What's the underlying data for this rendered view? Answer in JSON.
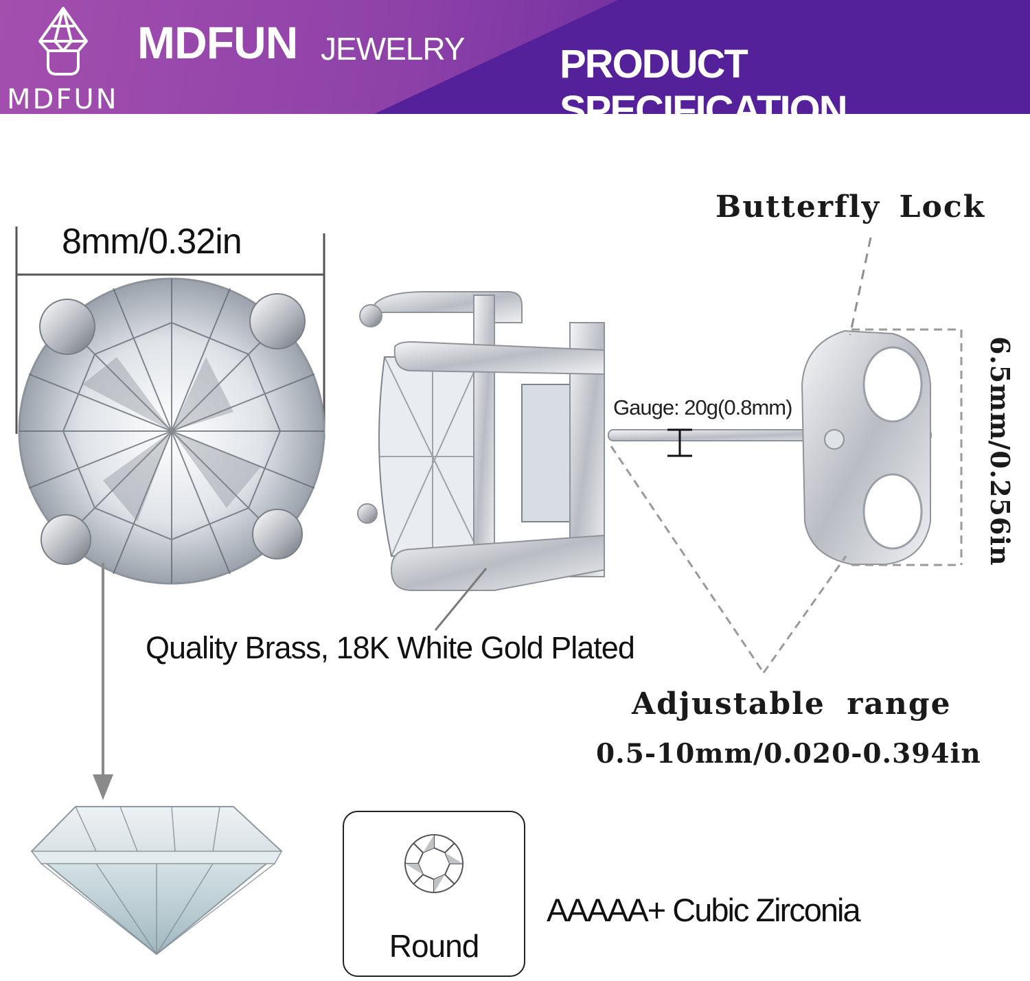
{
  "header": {
    "logo_text": "MDFUN",
    "brand_main": "MDFUN",
    "brand_sub": "JEWELRY",
    "title": "PRODUCT SPECIFICATION"
  },
  "specs": {
    "stone_diameter": "8mm/0.32in",
    "backing_title": "Butterfly Lock",
    "gauge": "Gauge: 20g(0.8mm)",
    "material": "Quality Brass, 18K White Gold Plated",
    "adjustable_title": "Adjustable range",
    "adjustable_value": "0.5-10mm/0.020-0.394in",
    "backing_height": "6.5mm/0.256in",
    "shape": "Round",
    "stone_grade": "AAAAA+ Cubic Zirconia"
  },
  "colors": {
    "banner_left": "#a34fae",
    "banner_right": "#55219a",
    "metal": "#c9cbd0",
    "text": "#111111"
  },
  "icons": [
    "diamond-logo-icon",
    "round-cut-icon"
  ]
}
